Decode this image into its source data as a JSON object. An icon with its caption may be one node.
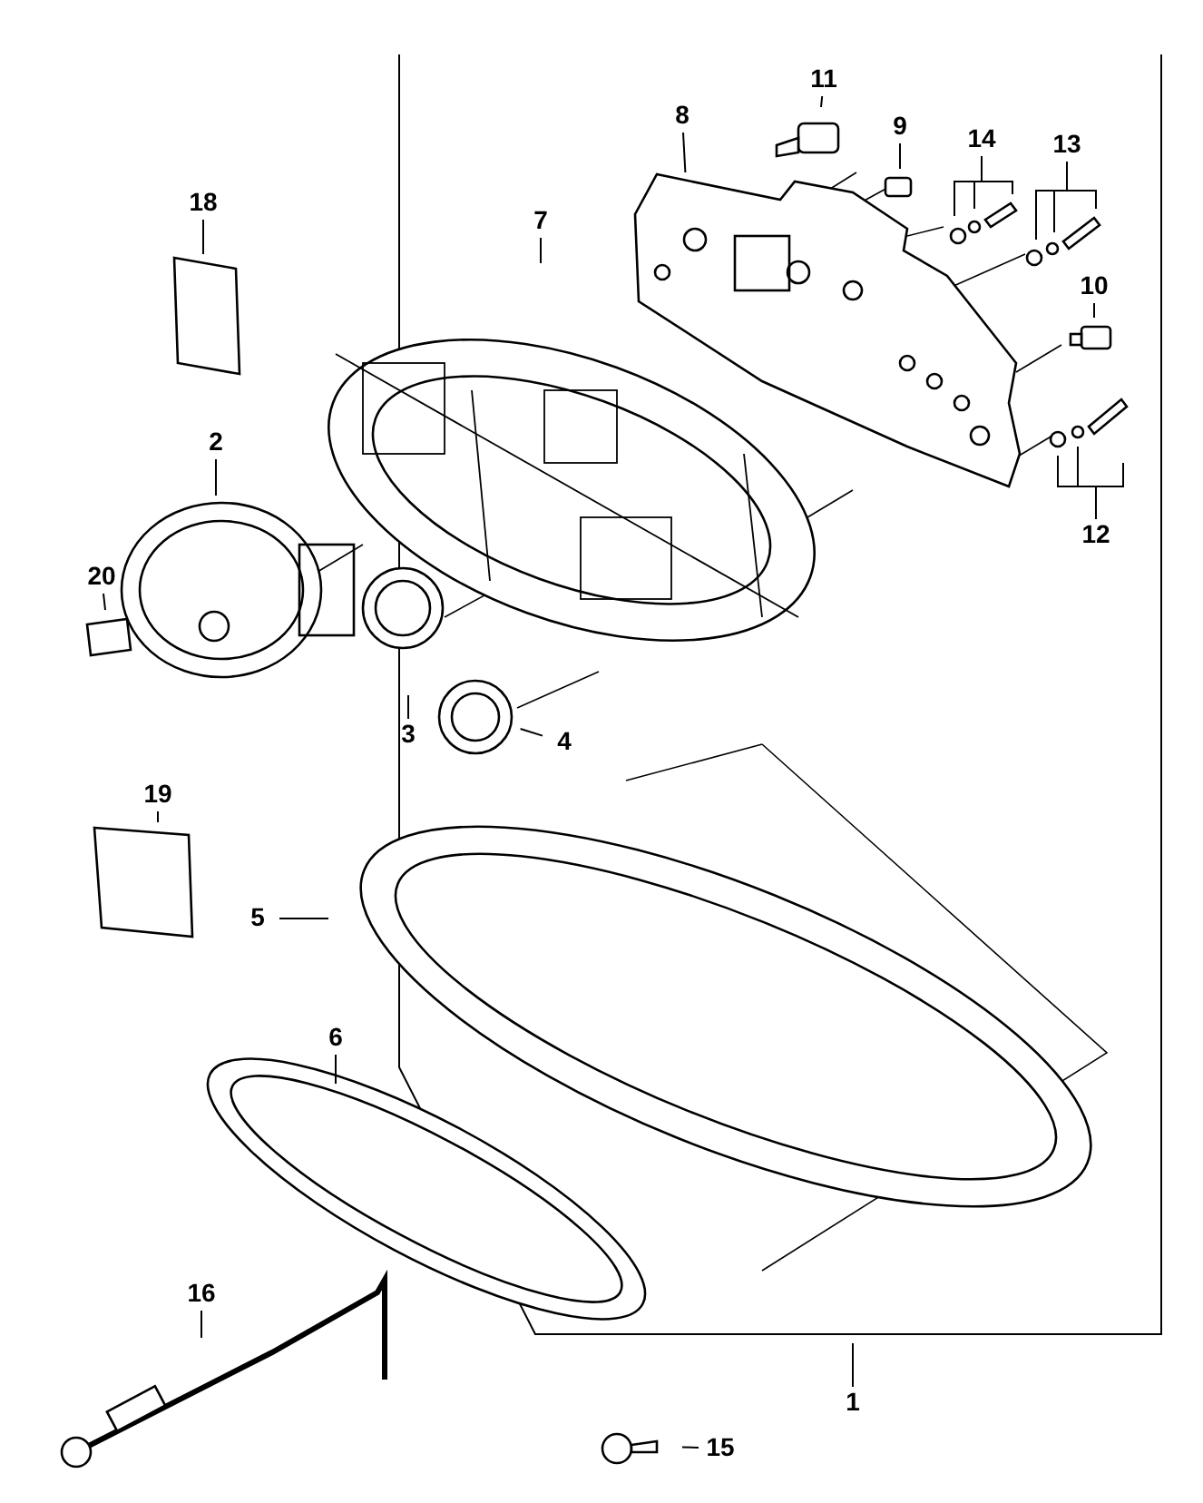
{
  "diagram": {
    "nodes": [
      {
        "text": [
          "11"
        ]
      },
      {
        "text": [
          "8"
        ]
      },
      {
        "text": [
          "9"
        ]
      },
      {
        "text": [
          "14"
        ]
      },
      {
        "text": [
          "13"
        ]
      },
      {
        "text": [
          "18"
        ]
      },
      {
        "text": [
          "7"
        ]
      },
      {
        "text": [
          "10"
        ]
      },
      {
        "text": [
          "2"
        ]
      },
      {
        "text": [
          "12"
        ]
      },
      {
        "text": [
          "20"
        ]
      },
      {
        "text": [
          "3"
        ]
      },
      {
        "text": [
          "4"
        ]
      },
      {
        "text": [
          "19"
        ]
      },
      {
        "text": [
          "5"
        ]
      },
      {
        "text": [
          "6"
        ]
      },
      {
        "text": [
          "16"
        ]
      },
      {
        "text": [
          "1"
        ]
      },
      {
        "text": [
          "15"
        ]
      }
    ],
    "edges": [
      {
        "from": 0,
        "to": null,
        "arrow": "none"
      },
      {
        "from": 1,
        "to": null,
        "arrow": "none"
      },
      {
        "from": 2,
        "to": null,
        "arrow": "none"
      },
      {
        "from": 3,
        "to": null,
        "arrow": "none"
      },
      {
        "from": 3,
        "to": null,
        "arrow": "none"
      },
      {
        "from": 3,
        "to": null,
        "arrow": "none"
      },
      {
        "from": 4,
        "to": null,
        "arrow": "none"
      },
      {
        "from": 4,
        "to": null,
        "arrow": "none"
      },
      {
        "from": 4,
        "to": null,
        "arrow": "none"
      },
      {
        "from": 5,
        "to": null,
        "arrow": "none"
      },
      {
        "from": 6,
        "to": null,
        "arrow": "none"
      },
      {
        "from": 7,
        "to": null,
        "arrow": "none"
      },
      {
        "from": 8,
        "to": null,
        "arrow": "none"
      },
      {
        "from": 9,
        "to": null,
        "arrow": "none"
      },
      {
        "from": 9,
        "to": null,
        "arrow": "none"
      },
      {
        "from": 9,
        "to": null,
        "arrow": "none"
      },
      {
        "from": 10,
        "to": null,
        "arrow": "none"
      },
      {
        "from": 11,
        "to": null,
        "arrow": "none"
      },
      {
        "from": 12,
        "to": null,
        "arrow": "none"
      },
      {
        "from": 13,
        "to": null,
        "arrow": "none"
      },
      {
        "from": 14,
        "to": null,
        "arrow": "none"
      },
      {
        "from": 15,
        "to": null,
        "arrow": "none"
      },
      {
        "from": 16,
        "to": null,
        "arrow": "none"
      },
      {
        "from": 17,
        "to": null,
        "arrow": "none"
      },
      {
        "from": 18,
        "to": null,
        "arrow": "none"
      }
    ]
  }
}
